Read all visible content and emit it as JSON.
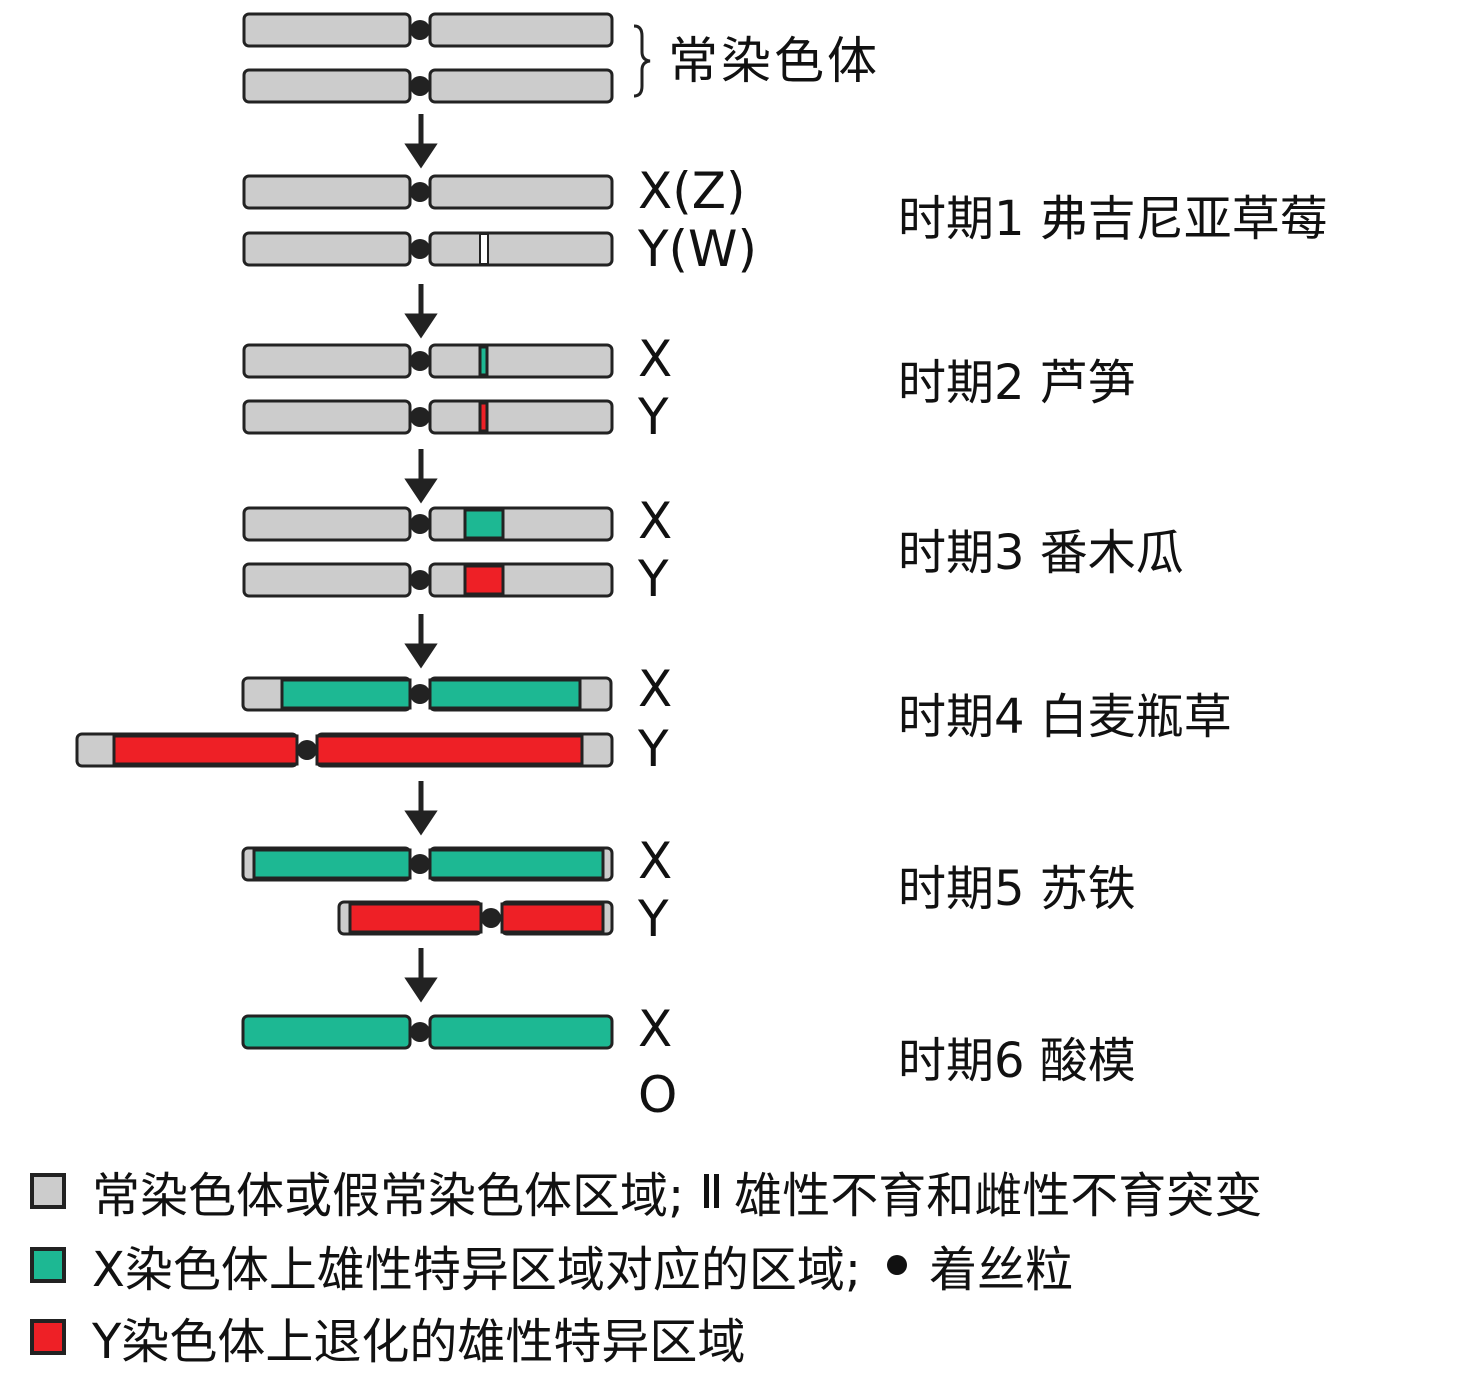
{
  "autosome_label": "常染色体",
  "stages": [
    {
      "label": "时期1 弗吉尼亚草莓",
      "chrom1_label": "X(Z)",
      "chrom2_label": "Y(W)"
    },
    {
      "label": "时期2 芦笋",
      "chrom1_label": "X",
      "chrom2_label": "Y"
    },
    {
      "label": "时期3 番木瓜",
      "chrom1_label": "X",
      "chrom2_label": "Y"
    },
    {
      "label": "时期4 白麦瓶草",
      "chrom1_label": "X",
      "chrom2_label": "Y"
    },
    {
      "label": "时期5 苏铁",
      "chrom1_label": "X",
      "chrom2_label": "Y"
    },
    {
      "label": "时期6 酸模",
      "chrom1_label": "X",
      "chrom2_label": "O"
    }
  ],
  "legend": {
    "gray_text": "常染色体或假常染色体区域;",
    "mutation_text": "雄性不育和雌性不育突变",
    "green_text": "X染色体上雄性特异区域对应的区域;",
    "centromere_text": "着丝粒",
    "red_text": "Y染色体上退化的雄性特异区域"
  },
  "colors": {
    "gray": "#cccccc",
    "green": "#1db893",
    "red": "#ee2026",
    "outline": "#222222"
  }
}
